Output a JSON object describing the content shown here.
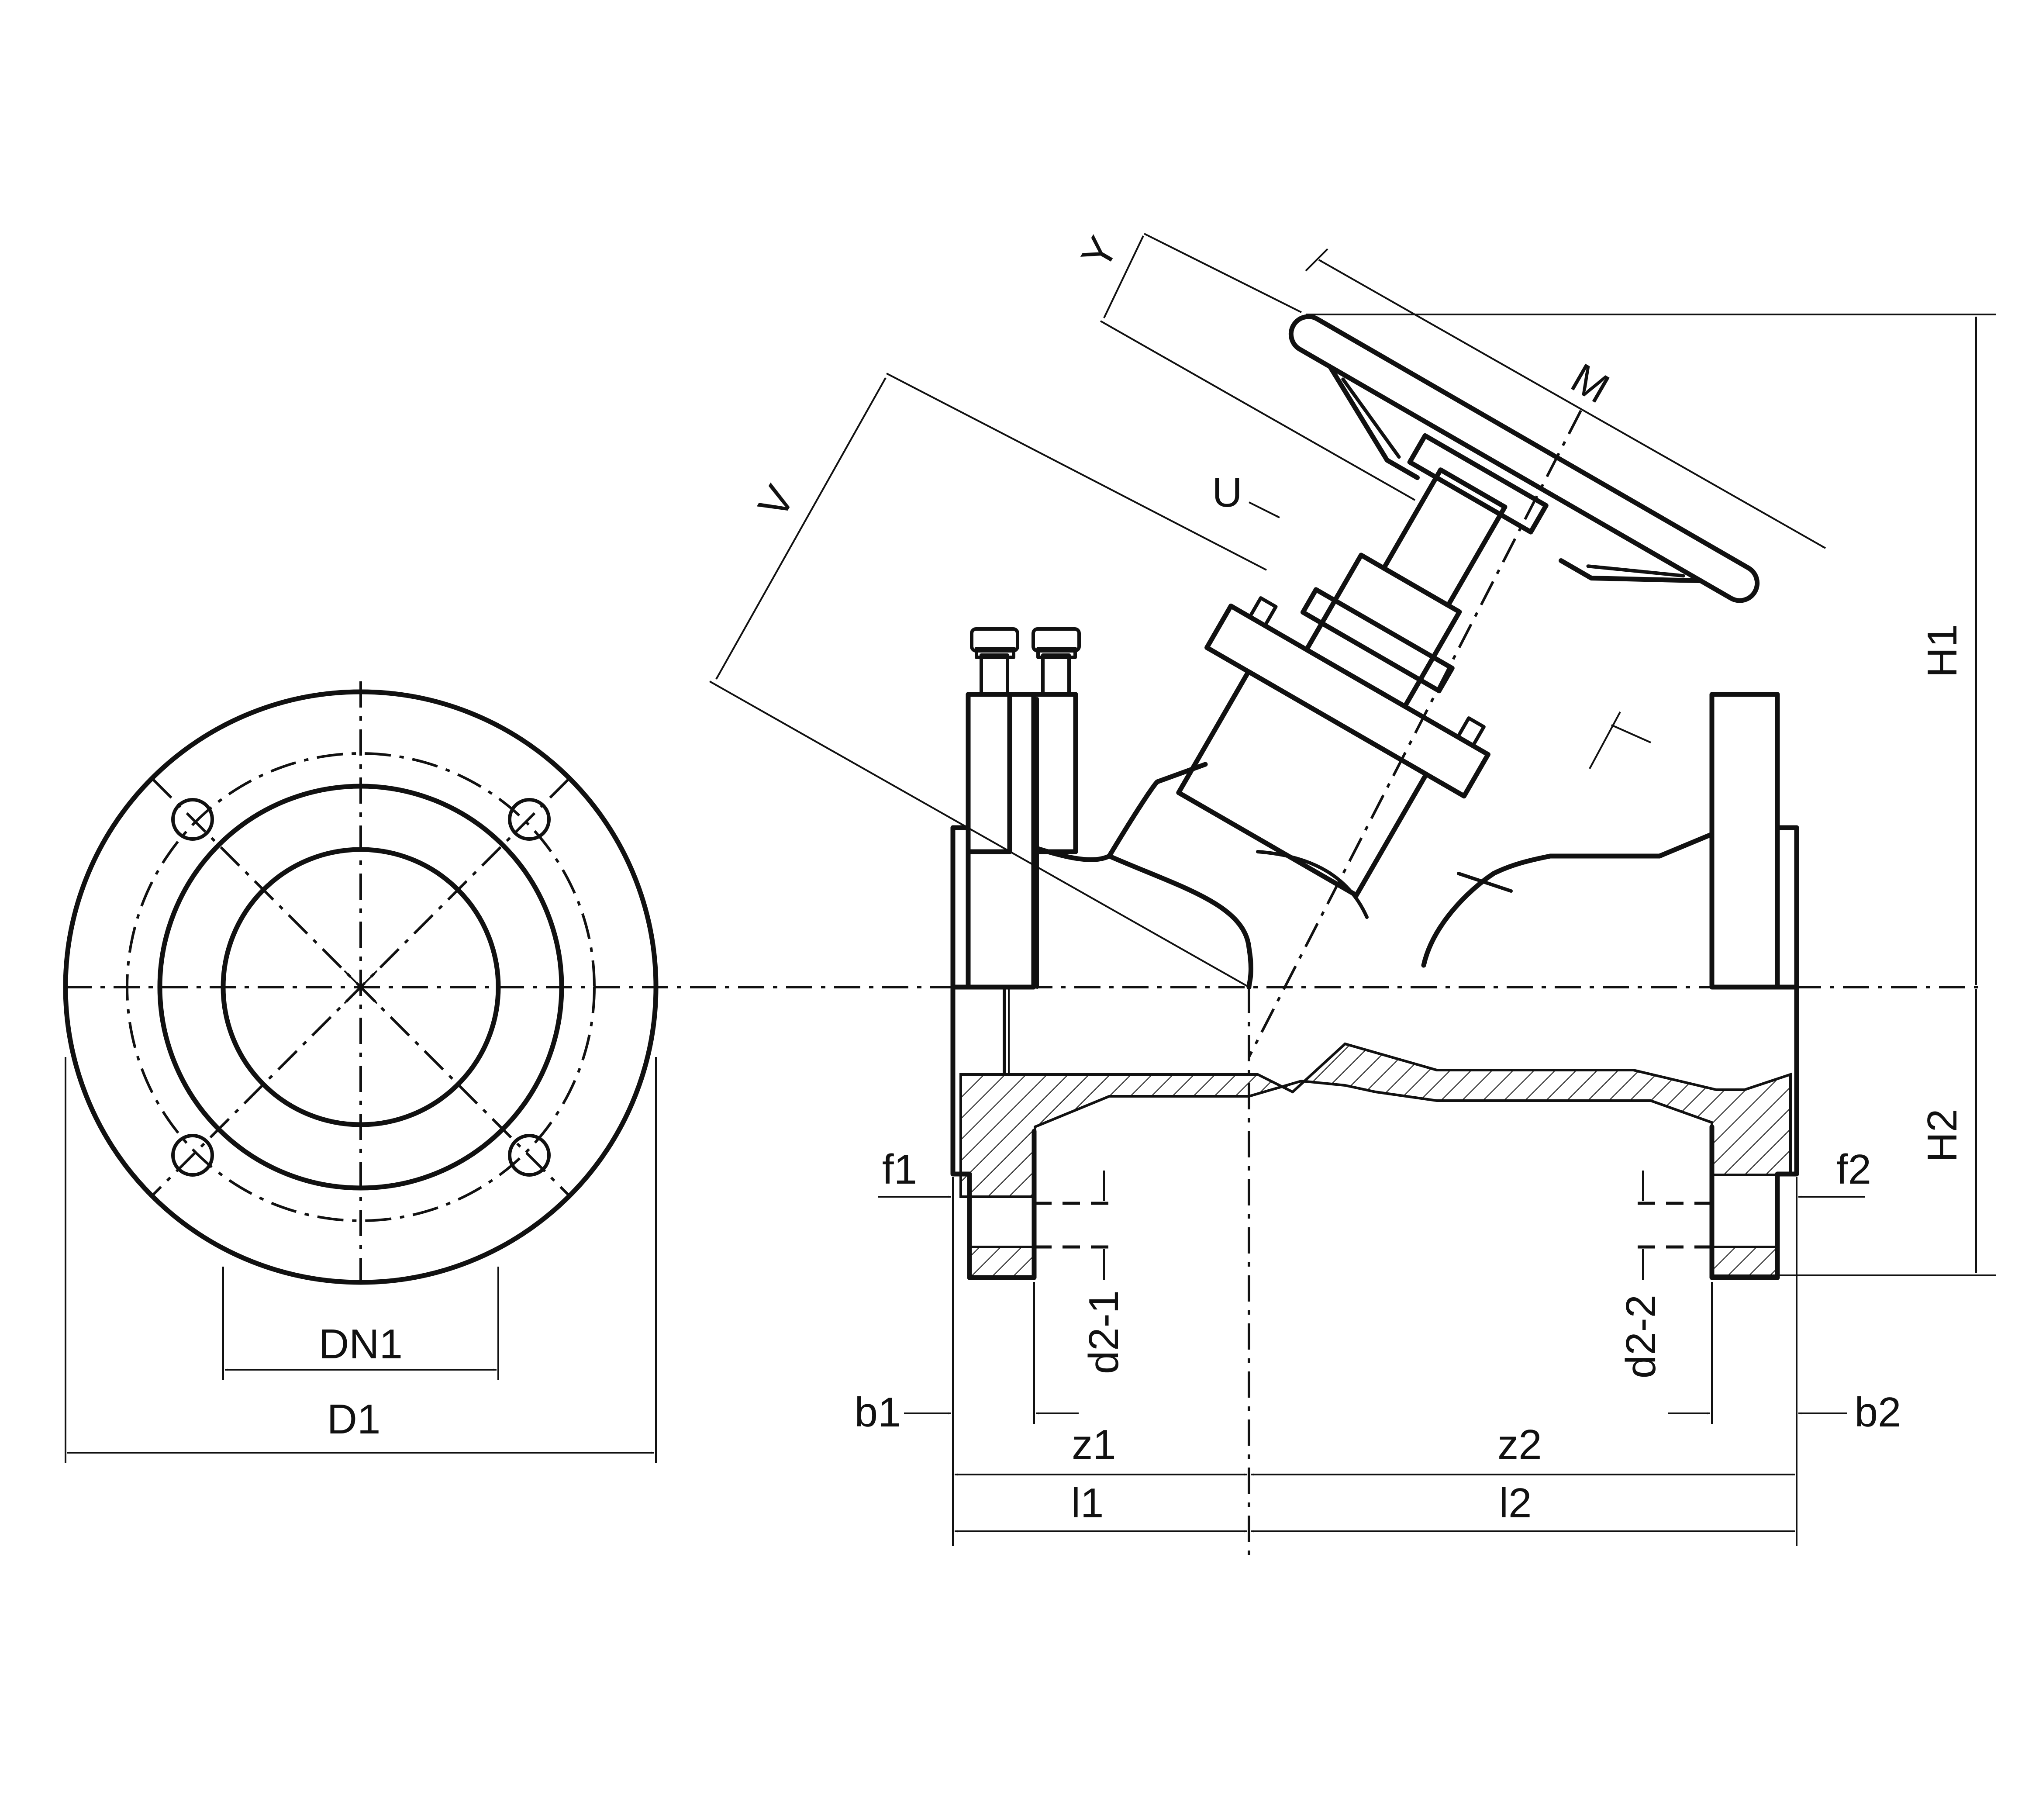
{
  "labels": {
    "DN1": "DN1",
    "D1": "D1",
    "V": "V",
    "Y": "Y",
    "M": "M",
    "U": "U",
    "H1": "H1",
    "H2": "H2",
    "f1": "f1",
    "f2": "f2",
    "d2_1": "d2-1",
    "d2_2": "d2-2",
    "b1": "b1",
    "b2": "b2",
    "z1": "z1",
    "z2": "z2",
    "l1": "l1",
    "l2": "l2"
  },
  "colors": {
    "line": "#111111",
    "background": "#ffffff"
  }
}
